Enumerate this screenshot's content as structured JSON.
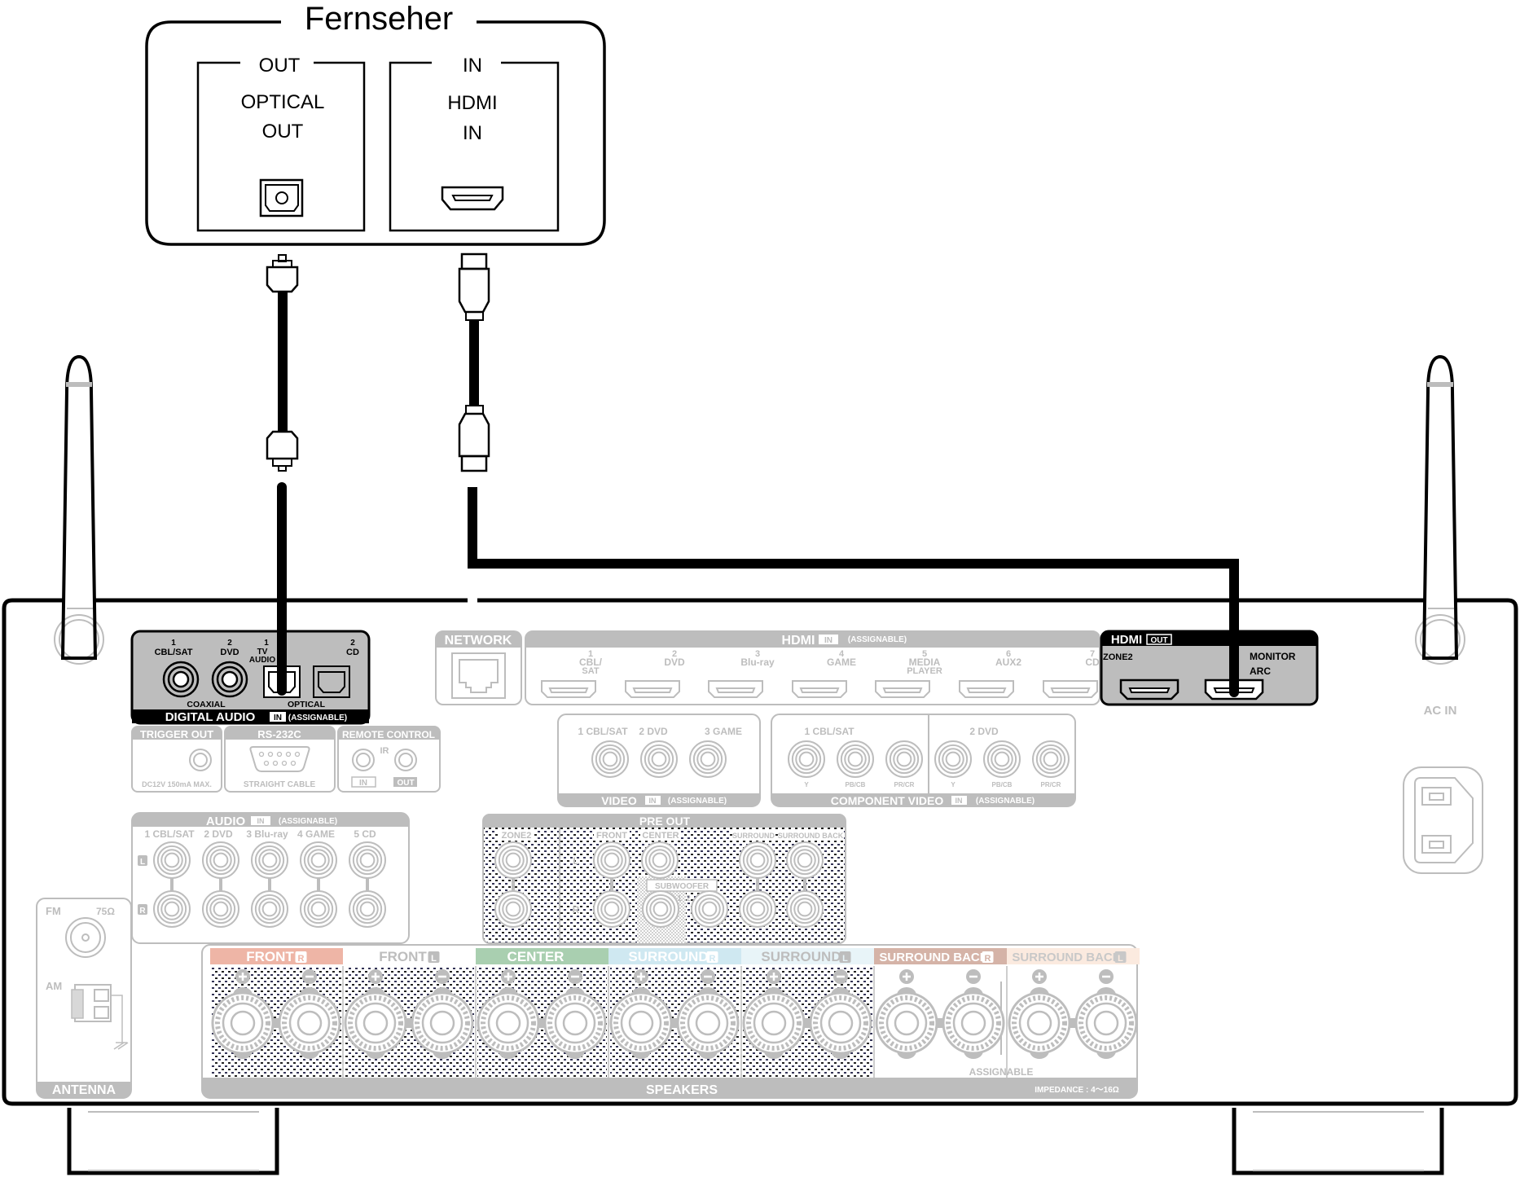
{
  "tv": {
    "title": "Fernseher",
    "out_section": {
      "header": "OUT",
      "port_line1": "OPTICAL",
      "port_line2": "OUT",
      "icon": "optical-port-icon"
    },
    "in_section": {
      "header": "IN",
      "port_line1": "HDMI",
      "port_line2": "IN",
      "icon": "hdmi-port-icon"
    }
  },
  "cables": [
    {
      "type": "optical",
      "from": "OPTICAL OUT",
      "to": "DIGITAL AUDIO IN OPTICAL 1 TV AUDIO"
    },
    {
      "type": "hdmi",
      "from": "HDMI IN",
      "to": "HDMI OUT MONITOR ARC"
    }
  ],
  "receiver": {
    "digital_audio": {
      "title": "DIGITAL AUDIO",
      "badge": "IN",
      "note": "(ASSIGNABLE)",
      "coaxial_label": "COAXIAL",
      "optical_label": "OPTICAL",
      "coaxial": [
        {
          "num": "1",
          "name": "CBL/SAT"
        },
        {
          "num": "2",
          "name": "DVD"
        }
      ],
      "optical": [
        {
          "num": "1",
          "name1": "TV",
          "name2": "AUDIO"
        },
        {
          "num": "2",
          "name": "CD"
        }
      ]
    },
    "network": {
      "title": "NETWORK"
    },
    "hdmi_in": {
      "title": "HDMI",
      "badge": "IN",
      "note": "(ASSIGNABLE)",
      "ports": [
        {
          "num": "1",
          "line1": "CBL/",
          "line2": "SAT"
        },
        {
          "num": "2",
          "line1": "DVD",
          "line2": ""
        },
        {
          "num": "3",
          "line1": "Blu-ray",
          "line2": ""
        },
        {
          "num": "4",
          "line1": "GAME",
          "line2": ""
        },
        {
          "num": "5",
          "line1": "MEDIA",
          "line2": "PLAYER"
        },
        {
          "num": "6",
          "line1": "AUX2",
          "line2": ""
        },
        {
          "num": "7",
          "line1": "CD",
          "line2": ""
        }
      ]
    },
    "hdmi_out": {
      "title": "HDMI",
      "badge": "OUT",
      "zone2": "ZONE2",
      "monitor": "MONITOR",
      "arc": "ARC"
    },
    "trigger_out": {
      "title": "TRIGGER OUT",
      "spec": "DC12V 150mA MAX."
    },
    "rs232c": {
      "title": "RS-232C",
      "note": "STRAIGHT CABLE"
    },
    "remote_control": {
      "title": "REMOTE CONTROL",
      "ir": "IR",
      "in": "IN",
      "out": "OUT"
    },
    "video_in": {
      "title": "VIDEO",
      "badge": "IN",
      "note": "(ASSIGNABLE)",
      "inputs": [
        "1 CBL/SAT",
        "2 DVD",
        "3 GAME"
      ]
    },
    "component_video": {
      "title": "COMPONENT VIDEO",
      "badge": "IN",
      "note": "(ASSIGNABLE)",
      "groups": [
        {
          "name": "1 CBL/SAT",
          "jacks": [
            "Y",
            "PB/CB",
            "PR/CR"
          ]
        },
        {
          "name": "2 DVD",
          "jacks": [
            "Y",
            "PB/CB",
            "PR/CR"
          ]
        }
      ]
    },
    "audio_in": {
      "title": "AUDIO",
      "badge": "IN",
      "note": "(ASSIGNABLE)",
      "left": "L",
      "right": "R",
      "inputs": [
        "1 CBL/SAT",
        "2 DVD",
        "3 Blu-ray",
        "4 GAME",
        "5 CD"
      ]
    },
    "pre_out": {
      "title": "PRE OUT",
      "zone2": "ZONE2",
      "front": "FRONT",
      "center": "CENTER",
      "subwoofer": "SUBWOOFER",
      "sub1": "1",
      "sub2": "2",
      "surround": "SURROUND",
      "surround_back": "SURROUND BACK",
      "left": "L",
      "right": "R"
    },
    "antenna": {
      "title": "ANTENNA",
      "fm": "FM",
      "fm_impedance": "75Ω",
      "am": "AM"
    },
    "ac_in": {
      "title": "AC IN"
    },
    "speakers": {
      "title": "SPEAKERS",
      "impedance": "IMPEDANCE : 4～16Ω",
      "assignable": "ASSIGNABLE",
      "channels": [
        {
          "label": "FRONT",
          "side": "R",
          "color": "#eeb5a6",
          "text_color": "#ffffff"
        },
        {
          "label": "FRONT",
          "side": "L",
          "color": "#ffffff",
          "text_color": "#bdbdbd"
        },
        {
          "label": "CENTER",
          "side": "",
          "color": "#a9cfb0",
          "text_color": "#ffffff"
        },
        {
          "label": "SURROUND",
          "side": "R",
          "color": "#cfe8f1",
          "text_color": "#ffffff"
        },
        {
          "label": "SURROUND",
          "side": "L",
          "color": "#e8f4f8",
          "text_color": "#bdbdbd"
        },
        {
          "label": "SURROUND BACK",
          "side": "R",
          "color": "#d5b3a7",
          "text_color": "#ffffff"
        },
        {
          "label": "SURROUND BACK",
          "side": "L",
          "color": "#fbeadf",
          "text_color": "#c8c8c8"
        }
      ]
    }
  }
}
